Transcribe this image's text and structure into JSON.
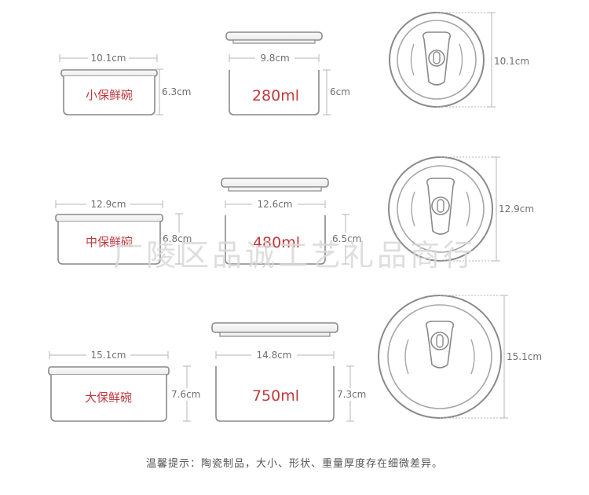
{
  "rows": [
    {
      "bowl": {
        "name": "小保鲜碗",
        "width": "10.1cm",
        "height": "6.3cm"
      },
      "box": {
        "capacity": "280ml",
        "width": "9.8cm",
        "height": "6cm"
      },
      "lid": {
        "diameter": "10.1cm"
      }
    },
    {
      "bowl": {
        "name": "中保鲜碗",
        "width": "12.9cm",
        "height": "6.8cm"
      },
      "box": {
        "capacity": "480ml",
        "width": "12.6cm",
        "height": "6.5cm"
      },
      "lid": {
        "diameter": "12.9cm"
      }
    },
    {
      "bowl": {
        "name": "大保鲜碗",
        "width": "15.1cm",
        "height": "7.6cm"
      },
      "box": {
        "capacity": "750ml",
        "width": "14.8cm",
        "height": "7.3cm"
      },
      "lid": {
        "diameter": "15.1cm"
      }
    }
  ],
  "watermark": "广陵区品诚工艺礼品商行",
  "footer_note": "温馨提示：陶瓷制品，大小、形状、重量厚度存在细微差异。",
  "colors": {
    "outline": "#8a8a8a",
    "dim_line": "#b5b5b5",
    "accent": "#c0393d"
  }
}
